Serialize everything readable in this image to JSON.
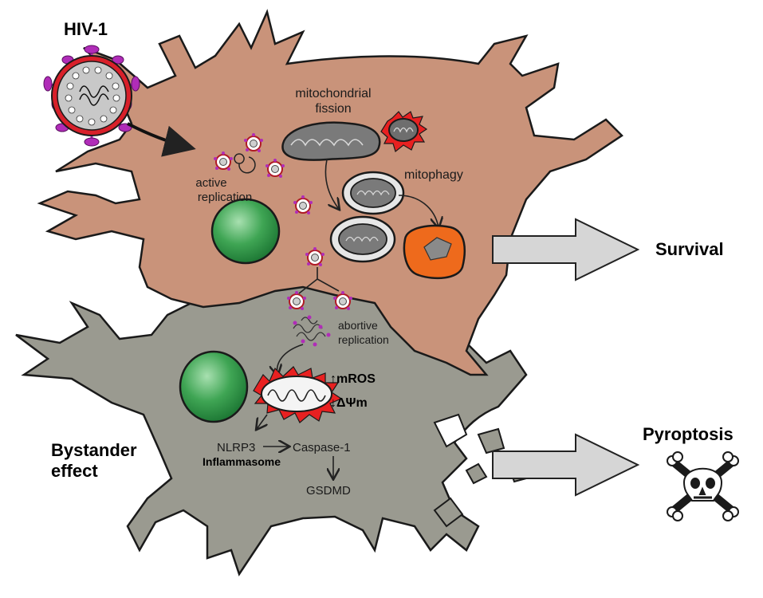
{
  "labels": {
    "virus": "HIV-1",
    "fission_line1": "mitochondrial",
    "fission_line2": "fission",
    "mitophagy": "mitophagy",
    "active_line1": "active",
    "active_line2": "replication",
    "abortive_line1": "abortive",
    "abortive_line2": "replication",
    "mros": "↑mROS",
    "dpsim": "↓ΔΨm",
    "nlrp3": "NLRP3",
    "inflammasome": "Inflammasome",
    "caspase": "Caspase-1",
    "gsdmd": "GSDMD",
    "bystander_line1": "Bystander",
    "bystander_line2": "effect",
    "survival": "Survival",
    "pyroptosis": "Pyroptosis"
  },
  "colors": {
    "infected_cell": "#c9937a",
    "bystander_cell": "#9a9a90",
    "nucleus": "#3a9a4c",
    "virus_envelope": "#d8202a",
    "virus_spike": "#b02cb8",
    "lysosome": "#ee6a1c",
    "arrow_fill": "#d6d6d6",
    "mito_burst": "#e82020"
  },
  "icons": {
    "pyroptosis": "skull-crossbones-icon"
  }
}
